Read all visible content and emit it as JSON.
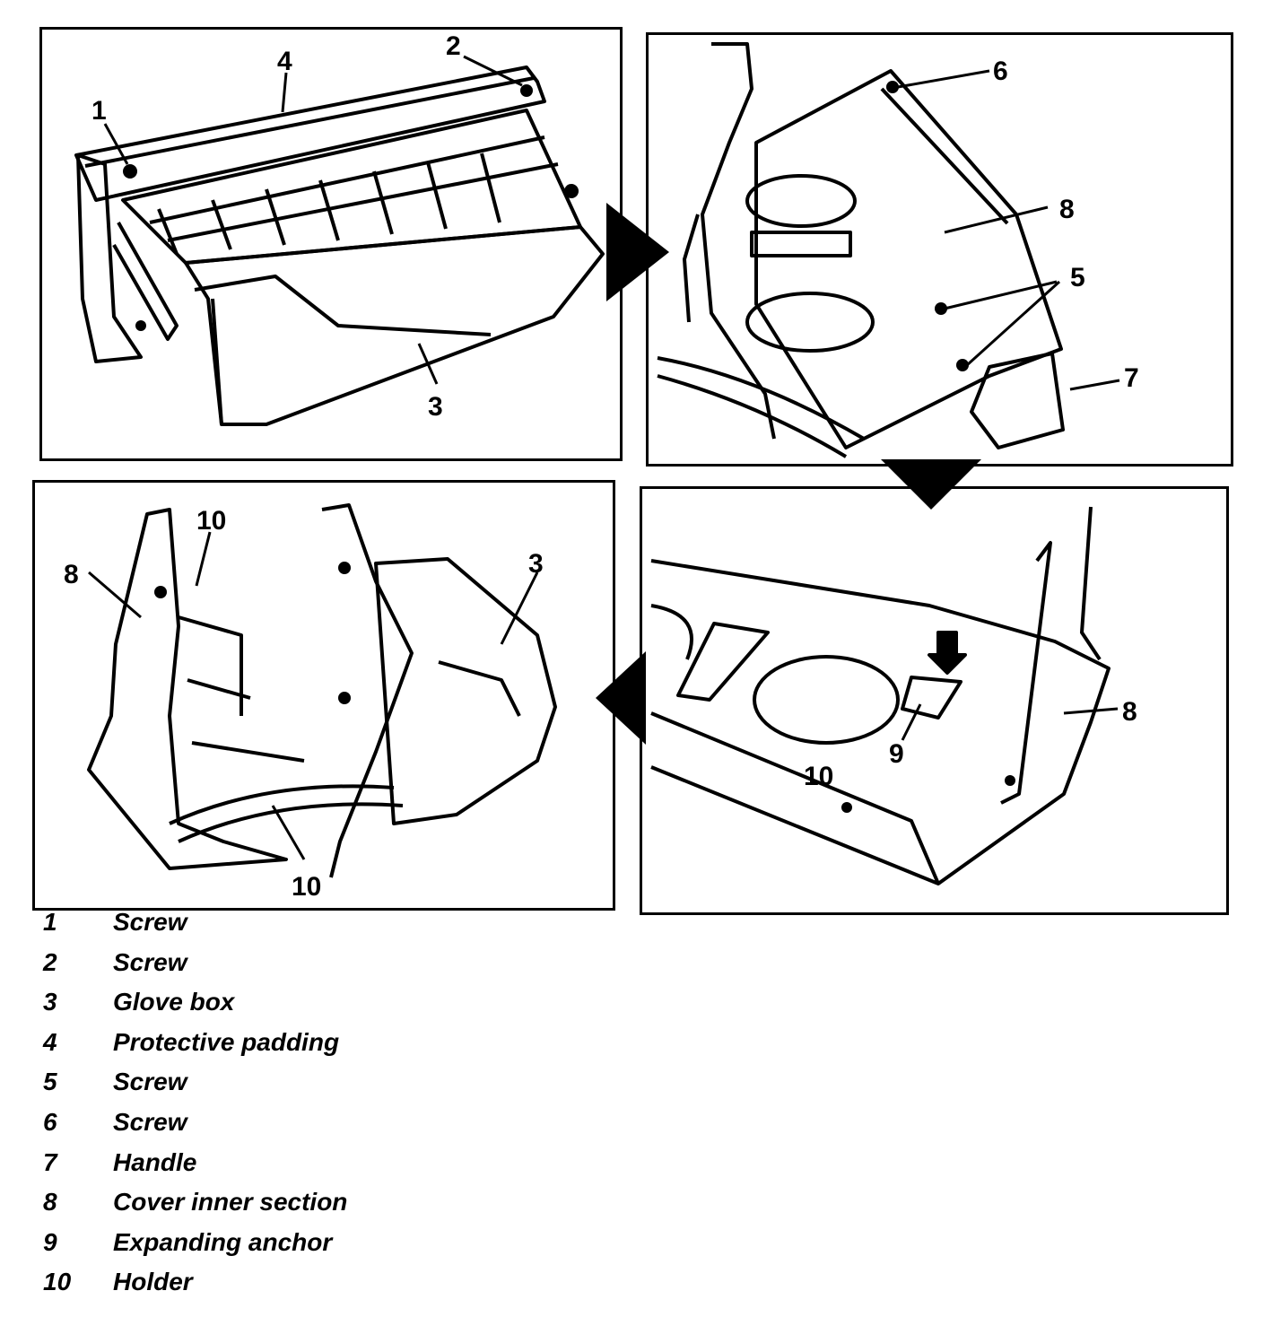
{
  "panels": {
    "top_left": {
      "callouts": [
        "1",
        "2",
        "4",
        "3"
      ]
    },
    "top_right": {
      "callouts": [
        "6",
        "8",
        "5",
        "7"
      ]
    },
    "bottom_left": {
      "callouts": [
        "10",
        "8",
        "3",
        "10"
      ]
    },
    "bottom_right": {
      "callouts": [
        "8",
        "9",
        "10"
      ]
    }
  },
  "legend": [
    {
      "num": "1",
      "label": "Screw"
    },
    {
      "num": "2",
      "label": "Screw"
    },
    {
      "num": "3",
      "label": "Glove box"
    },
    {
      "num": "4",
      "label": "Protective padding"
    },
    {
      "num": "5",
      "label": "Screw"
    },
    {
      "num": "6",
      "label": "Screw"
    },
    {
      "num": "7",
      "label": "Handle"
    },
    {
      "num": "8",
      "label": "Cover inner section"
    },
    {
      "num": "9",
      "label": "Expanding anchor"
    },
    {
      "num": "10",
      "label": "Holder"
    }
  ]
}
